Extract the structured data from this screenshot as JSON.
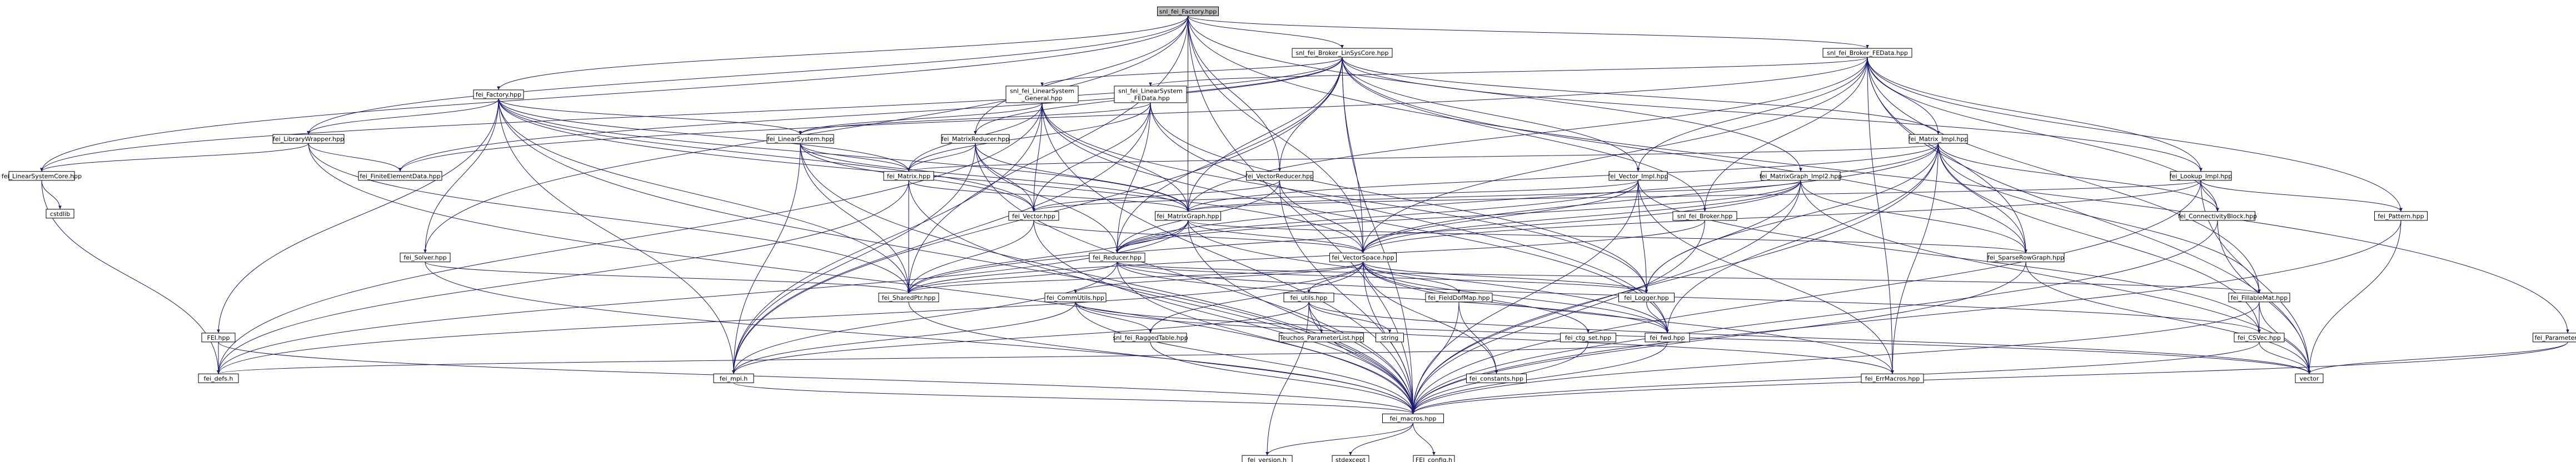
{
  "nodes": [
    {
      "id": "fei_factory",
      "label": "snl_fei_Factory.hpp",
      "kind": "root"
    },
    {
      "id": "linsyscore",
      "label": "snl_fei_Broker_LinSysCore.hpp",
      "kind": "plain"
    },
    {
      "id": "fedata",
      "label": "snl_fei_Broker_FEData.hpp",
      "kind": "plain"
    },
    {
      "id": "factory",
      "label": "fei_Factory.hpp",
      "kind": "plain"
    },
    {
      "id": "ls_general",
      "label": "snl_fei_LinearSystem\n_General.hpp",
      "kind": "plain"
    },
    {
      "id": "ls_fedata",
      "label": "snl_fei_LinearSystem\n_FEData.hpp",
      "kind": "plain"
    },
    {
      "id": "libwrapper",
      "label": "fei_LibraryWrapper.hpp",
      "kind": "plain"
    },
    {
      "id": "linsys_core",
      "label": "fei_LinearSystemCore.hpp",
      "kind": "plain"
    },
    {
      "id": "cstdlib",
      "label": "cstdlib",
      "kind": "ext"
    },
    {
      "id": "fe_data",
      "label": "fei_FiniteElementData.hpp",
      "kind": "ref"
    },
    {
      "id": "linearsystem",
      "label": "fei_LinearSystem.hpp",
      "kind": "ref"
    },
    {
      "id": "matrixreducer",
      "label": "fei_MatrixReducer.hpp",
      "kind": "ref"
    },
    {
      "id": "matrix",
      "label": "fei_Matrix.hpp",
      "kind": "ref"
    },
    {
      "id": "vector",
      "label": "fei_Vector.hpp",
      "kind": "ref"
    },
    {
      "id": "matrixgraph",
      "label": "fei_MatrixGraph.hpp",
      "kind": "ref"
    },
    {
      "id": "vectorreducer",
      "label": "fei_VectorReducer.hpp",
      "kind": "ref"
    },
    {
      "id": "reducer",
      "label": "fei_Reducer.hpp",
      "kind": "ref"
    },
    {
      "id": "matrix_impl",
      "label": "fei_Matrix_Impl.hpp",
      "kind": "ref"
    },
    {
      "id": "vector_impl",
      "label": "fei_Vector_Impl.hpp",
      "kind": "ref"
    },
    {
      "id": "matrixgraph_impl2",
      "label": "fei_MatrixGraph_Impl2.hpp",
      "kind": "ref"
    },
    {
      "id": "lookup_impl",
      "label": "fei_Lookup_Impl.hpp",
      "kind": "ref"
    },
    {
      "id": "connblock",
      "label": "fei_ConnectivityBlock.hpp",
      "kind": "ref"
    },
    {
      "id": "pattern",
      "label": "fei_Pattern.hpp",
      "kind": "plain"
    },
    {
      "id": "solver",
      "label": "fei_Solver.hpp",
      "kind": "plain"
    },
    {
      "id": "fei_broker",
      "label": "snl_fei_Broker.hpp",
      "kind": "plain"
    },
    {
      "id": "sharedptr",
      "label": "fei_SharedPtr.hpp",
      "kind": "plain"
    },
    {
      "id": "vectorspace",
      "label": "fei_VectorSpace.hpp",
      "kind": "ref"
    },
    {
      "id": "commutils",
      "label": "fei_CommUtils.hpp",
      "kind": "ref"
    },
    {
      "id": "utils",
      "label": "fei_utils.hpp",
      "kind": "ref"
    },
    {
      "id": "fieldmap",
      "label": "fei_FieldDofMap.hpp",
      "kind": "ref"
    },
    {
      "id": "logger",
      "label": "fei_Logger.hpp",
      "kind": "ref"
    },
    {
      "id": "sparserowgraph",
      "label": "fei_SparseRowGraph.hpp",
      "kind": "ref"
    },
    {
      "id": "fillablemat",
      "label": "fei_FillableMat.hpp",
      "kind": "ref"
    },
    {
      "id": "fei_fwd",
      "label": "fei_fwd.hpp",
      "kind": "ref"
    },
    {
      "id": "ctg_set",
      "label": "fei_ctg_set.hpp",
      "kind": "ref"
    },
    {
      "id": "constants",
      "label": "fei_constants.hpp",
      "kind": "plain"
    },
    {
      "id": "raggedtable",
      "label": "snl_fei_RaggedTable.hpp",
      "kind": "ref"
    },
    {
      "id": "teuchos",
      "label": "Teuchos_ParameterList.hpp",
      "kind": "ext"
    },
    {
      "id": "string",
      "label": "string",
      "kind": "ext"
    },
    {
      "id": "errmacros",
      "label": "fei_ErrMacros.hpp",
      "kind": "ref"
    },
    {
      "id": "csvec",
      "label": "fei_CSVec.hpp",
      "kind": "ref"
    },
    {
      "id": "mpi",
      "label": "fei_mpi.h",
      "kind": "plain"
    },
    {
      "id": "fei_hpp",
      "label": "FEI.hpp",
      "kind": "plain"
    },
    {
      "id": "defs",
      "label": "fei_defs.h",
      "kind": "plain"
    },
    {
      "id": "macros",
      "label": "fei_macros.hpp",
      "kind": "plain"
    },
    {
      "id": "vector_ext",
      "label": "vector",
      "kind": "ext"
    },
    {
      "id": "paramset",
      "label": "fei_ParameterSet.hpp",
      "kind": "ref"
    },
    {
      "id": "version",
      "label": "fei_version.h",
      "kind": "plain"
    },
    {
      "id": "stdexcept",
      "label": "stdexcept",
      "kind": "ext"
    },
    {
      "id": "fei_config",
      "label": "FEI_config.h",
      "kind": "ext"
    }
  ],
  "edges": [
    [
      "fei_factory",
      "linsyscore"
    ],
    [
      "fei_factory",
      "fedata"
    ],
    [
      "fei_factory",
      "factory"
    ],
    [
      "fei_factory",
      "libwrapper"
    ],
    [
      "fei_factory",
      "linsys_core"
    ],
    [
      "fei_factory",
      "matrixreducer"
    ],
    [
      "fei_factory",
      "vectorreducer"
    ],
    [
      "fei_factory",
      "matrixgraph"
    ],
    [
      "fei_factory",
      "vectorspace"
    ],
    [
      "fei_factory",
      "solver"
    ],
    [
      "fei_factory",
      "sharedptr"
    ],
    [
      "fei_factory",
      "paramset"
    ],
    [
      "fei_factory",
      "macros"
    ],
    [
      "fei_factory",
      "matrixgraph_impl2"
    ],
    [
      "linsyscore",
      "ls_general"
    ],
    [
      "linsyscore",
      "matrix_impl"
    ],
    [
      "linsyscore",
      "vector_impl"
    ],
    [
      "linsyscore",
      "matrixreducer"
    ],
    [
      "linsyscore",
      "vectorreducer"
    ],
    [
      "linsyscore",
      "matrixgraph"
    ],
    [
      "linsyscore",
      "vectorspace"
    ],
    [
      "linsyscore",
      "fei_broker"
    ],
    [
      "linsyscore",
      "linsys_core"
    ],
    [
      "linsyscore",
      "lookup_impl"
    ],
    [
      "linsyscore",
      "mpi"
    ],
    [
      "linsyscore",
      "sparserowgraph"
    ],
    [
      "linsyscore",
      "fe_data"
    ],
    [
      "linsyscore",
      "macros"
    ],
    [
      "linsyscore",
      "reducer"
    ],
    [
      "fedata",
      "ls_fedata"
    ],
    [
      "fedata",
      "matrix_impl"
    ],
    [
      "fedata",
      "vector_impl"
    ],
    [
      "fedata",
      "fe_data"
    ],
    [
      "fedata",
      "lookup_impl"
    ],
    [
      "fedata",
      "connblock"
    ],
    [
      "fedata",
      "pattern"
    ],
    [
      "fedata",
      "fei_broker"
    ],
    [
      "fedata",
      "matrixgraph"
    ],
    [
      "fedata",
      "vectorspace"
    ],
    [
      "fedata",
      "sparserowgraph"
    ],
    [
      "fedata",
      "errmacros"
    ],
    [
      "fedata",
      "fillablemat"
    ],
    [
      "fedata",
      "vector_ext"
    ],
    [
      "factory",
      "libwrapper"
    ],
    [
      "factory",
      "linearsystem"
    ],
    [
      "factory",
      "matrixgraph"
    ],
    [
      "factory",
      "matrix"
    ],
    [
      "factory",
      "vector"
    ],
    [
      "factory",
      "solver"
    ],
    [
      "factory",
      "fei_hpp"
    ],
    [
      "factory",
      "sharedptr"
    ],
    [
      "factory",
      "mpi"
    ],
    [
      "factory",
      "macros"
    ],
    [
      "factory",
      "vectorspace"
    ],
    [
      "ls_general",
      "linearsystem"
    ],
    [
      "ls_general",
      "matrix"
    ],
    [
      "ls_general",
      "vector"
    ],
    [
      "ls_general",
      "matrixgraph"
    ],
    [
      "ls_general",
      "fei_fwd"
    ],
    [
      "ls_general",
      "logger"
    ],
    [
      "ls_general",
      "mpi"
    ],
    [
      "ls_general",
      "macros"
    ],
    [
      "ls_general",
      "defs"
    ],
    [
      "ls_fedata",
      "linearsystem"
    ],
    [
      "ls_fedata",
      "matrix"
    ],
    [
      "ls_fedata",
      "vector"
    ],
    [
      "ls_fedata",
      "fei_fwd"
    ],
    [
      "ls_fedata",
      "logger"
    ],
    [
      "ls_fedata",
      "reducer"
    ],
    [
      "ls_fedata",
      "mpi"
    ],
    [
      "libwrapper",
      "linsys_core"
    ],
    [
      "libwrapper",
      "fe_data"
    ],
    [
      "libwrapper",
      "sharedptr"
    ],
    [
      "libwrapper",
      "macros"
    ],
    [
      "linsys_core",
      "cstdlib"
    ],
    [
      "linsys_core",
      "defs"
    ],
    [
      "linearsystem",
      "matrix"
    ],
    [
      "linearsystem",
      "vector"
    ],
    [
      "linearsystem",
      "matrixgraph"
    ],
    [
      "linearsystem",
      "sharedptr"
    ],
    [
      "linearsystem",
      "mpi"
    ],
    [
      "linearsystem",
      "macros"
    ],
    [
      "matrixreducer",
      "matrix"
    ],
    [
      "matrixreducer",
      "matrixgraph"
    ],
    [
      "matrixreducer",
      "reducer"
    ],
    [
      "matrixreducer",
      "vector"
    ],
    [
      "matrixreducer",
      "mpi"
    ],
    [
      "matrixreducer",
      "macros"
    ],
    [
      "matrix",
      "matrixgraph"
    ],
    [
      "matrix",
      "sharedptr"
    ],
    [
      "matrix",
      "defs"
    ],
    [
      "matrix",
      "macros"
    ],
    [
      "vector",
      "vectorspace"
    ],
    [
      "vector",
      "sharedptr"
    ],
    [
      "vector",
      "macros"
    ],
    [
      "matrixgraph",
      "vectorspace"
    ],
    [
      "matrixgraph",
      "reducer"
    ],
    [
      "matrixgraph",
      "sharedptr"
    ],
    [
      "matrixgraph",
      "sparserowgraph"
    ],
    [
      "matrixgraph",
      "fei_fwd"
    ],
    [
      "matrixgraph",
      "macros"
    ],
    [
      "matrixgraph",
      "defs"
    ],
    [
      "vectorreducer",
      "vector"
    ],
    [
      "vectorreducer",
      "reducer"
    ],
    [
      "vectorreducer",
      "vectorspace"
    ],
    [
      "vectorreducer",
      "macros"
    ],
    [
      "reducer",
      "sharedptr"
    ],
    [
      "reducer",
      "mpi"
    ],
    [
      "reducer",
      "fei_fwd"
    ],
    [
      "reducer",
      "logger"
    ],
    [
      "reducer",
      "csvec"
    ],
    [
      "reducer",
      "fillablemat"
    ],
    [
      "reducer",
      "macros"
    ],
    [
      "matrix_impl",
      "matrix"
    ],
    [
      "matrix_impl",
      "matrixgraph"
    ],
    [
      "matrix_impl",
      "vectorspace"
    ],
    [
      "matrix_impl",
      "errmacros"
    ],
    [
      "matrix_impl",
      "logger"
    ],
    [
      "matrix_impl",
      "connblock"
    ],
    [
      "matrix_impl",
      "fillablemat"
    ],
    [
      "matrix_impl",
      "csvec"
    ],
    [
      "matrix_impl",
      "sparserowgraph"
    ],
    [
      "matrix_impl",
      "fei_fwd"
    ],
    [
      "matrix_impl",
      "reducer"
    ],
    [
      "matrix_impl",
      "macros"
    ],
    [
      "vector_impl",
      "vector"
    ],
    [
      "vector_impl",
      "vectorspace"
    ],
    [
      "vector_impl",
      "reducer"
    ],
    [
      "vector_impl",
      "logger"
    ],
    [
      "vector_impl",
      "errmacros"
    ],
    [
      "vector_impl",
      "csvec"
    ],
    [
      "vector_impl",
      "macros"
    ],
    [
      "matrixgraph_impl2",
      "matrixgraph"
    ],
    [
      "matrixgraph_impl2",
      "vectorspace"
    ],
    [
      "matrixgraph_impl2",
      "reducer"
    ],
    [
      "matrixgraph_impl2",
      "sparserowgraph"
    ],
    [
      "matrixgraph_impl2",
      "logger"
    ],
    [
      "matrixgraph_impl2",
      "macros"
    ],
    [
      "matrixgraph_impl2",
      "sharedptr"
    ],
    [
      "matrixgraph_impl2",
      "vector_ext"
    ],
    [
      "lookup_impl",
      "connblock"
    ],
    [
      "lookup_impl",
      "pattern"
    ],
    [
      "lookup_impl",
      "matrixgraph"
    ],
    [
      "lookup_impl",
      "vectorspace"
    ],
    [
      "lookup_impl",
      "macros"
    ],
    [
      "lookup_impl",
      "vector_ext"
    ],
    [
      "connblock",
      "macros"
    ],
    [
      "connblock",
      "vector_ext"
    ],
    [
      "pattern",
      "macros"
    ],
    [
      "pattern",
      "vector_ext"
    ],
    [
      "solver",
      "sharedptr"
    ],
    [
      "solver",
      "macros"
    ],
    [
      "fei_broker",
      "macros"
    ],
    [
      "fei_broker",
      "sharedptr"
    ],
    [
      "sharedptr",
      "macros"
    ],
    [
      "vectorspace",
      "commutils"
    ],
    [
      "vectorspace",
      "utils"
    ],
    [
      "vectorspace",
      "fieldmap"
    ],
    [
      "vectorspace",
      "logger"
    ],
    [
      "vectorspace",
      "fei_fwd"
    ],
    [
      "vectorspace",
      "ctg_set"
    ],
    [
      "vectorspace",
      "constants"
    ],
    [
      "vectorspace",
      "sharedptr"
    ],
    [
      "vectorspace",
      "raggedtable"
    ],
    [
      "vectorspace",
      "macros"
    ],
    [
      "vectorspace",
      "errmacros"
    ],
    [
      "vectorspace",
      "defs"
    ],
    [
      "commutils",
      "raggedtable"
    ],
    [
      "commutils",
      "mpi"
    ],
    [
      "commutils",
      "macros"
    ],
    [
      "commutils",
      "errmacros"
    ],
    [
      "commutils",
      "vector_ext"
    ],
    [
      "utils",
      "teuchos"
    ],
    [
      "utils",
      "string"
    ],
    [
      "utils",
      "version"
    ],
    [
      "utils",
      "macros"
    ],
    [
      "utils",
      "mpi"
    ],
    [
      "utils",
      "vector_ext"
    ],
    [
      "fieldmap",
      "constants"
    ],
    [
      "fieldmap",
      "macros"
    ],
    [
      "logger",
      "fei_fwd"
    ],
    [
      "sparserowgraph",
      "vector_ext"
    ],
    [
      "sparserowgraph",
      "macros"
    ],
    [
      "fillablemat",
      "csvec"
    ],
    [
      "fillablemat",
      "macros"
    ],
    [
      "fillablemat",
      "vector_ext"
    ],
    [
      "fei_fwd",
      "macros"
    ],
    [
      "fei_fwd",
      "defs"
    ],
    [
      "ctg_set",
      "macros"
    ],
    [
      "raggedtable",
      "macros"
    ],
    [
      "csvec",
      "macros"
    ],
    [
      "csvec",
      "vector_ext"
    ],
    [
      "mpi",
      "macros"
    ],
    [
      "fei_hpp",
      "macros"
    ],
    [
      "fei_hpp",
      "defs"
    ],
    [
      "paramset",
      "macros"
    ],
    [
      "paramset",
      "vector_ext"
    ],
    [
      "macros",
      "version"
    ],
    [
      "macros",
      "stdexcept"
    ],
    [
      "macros",
      "fei_config"
    ]
  ],
  "colors": {
    "edge": "#191970",
    "root_fill": "#bfbfbf",
    "plain_stroke": "#000000",
    "ref_stroke": "#ff0000",
    "ext_stroke": "#bfbfbf",
    "ext_text": "#000000"
  }
}
